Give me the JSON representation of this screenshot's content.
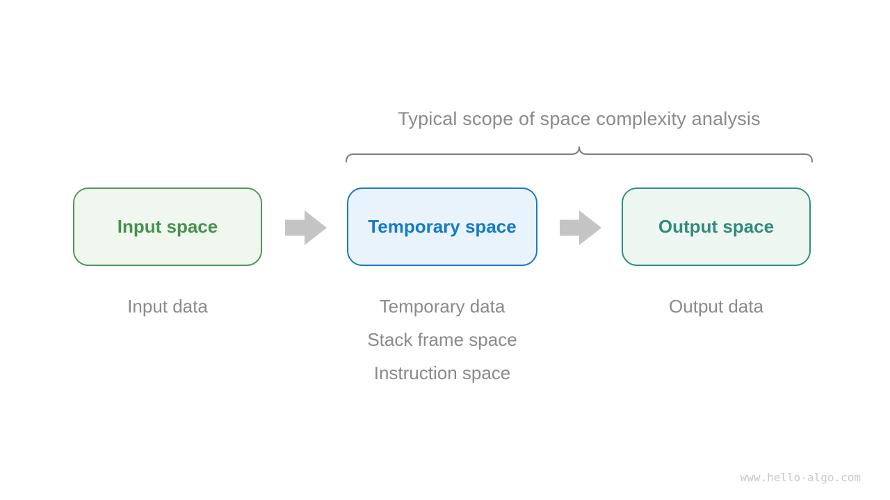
{
  "title": "Typical scope of space complexity analysis",
  "diagram": {
    "input_box": {
      "label": "Input space",
      "caption": "Input data"
    },
    "temporary_box": {
      "label": "Temporary space",
      "captions": [
        "Temporary data",
        "Stack frame space",
        "Instruction space"
      ]
    },
    "output_box": {
      "label": "Output space",
      "caption": "Output data"
    }
  },
  "icons": {
    "arrow_1": "right-block-arrow",
    "arrow_2": "right-block-arrow",
    "brace": "horizontal-curly-brace-over-temporary-and-output"
  },
  "colors": {
    "background": "#ffffff",
    "green_border": "#4f9a55",
    "green_fill": "#f0f7ee",
    "green_text": "#47914f",
    "blue_border": "#1878c8",
    "blue_fill": "#e8f3fb",
    "blue_text": "#147bc7",
    "teal_border": "#2f8e7f",
    "teal_fill": "#eef6f2",
    "teal_text": "#318a7d",
    "arrow_gray": "#c4c4c4",
    "label_gray": "#8a8a8a",
    "brace_gray": "#7d7d7d",
    "watermark_gray": "#c9c9c9"
  },
  "watermark": "www.hello-algo.com"
}
